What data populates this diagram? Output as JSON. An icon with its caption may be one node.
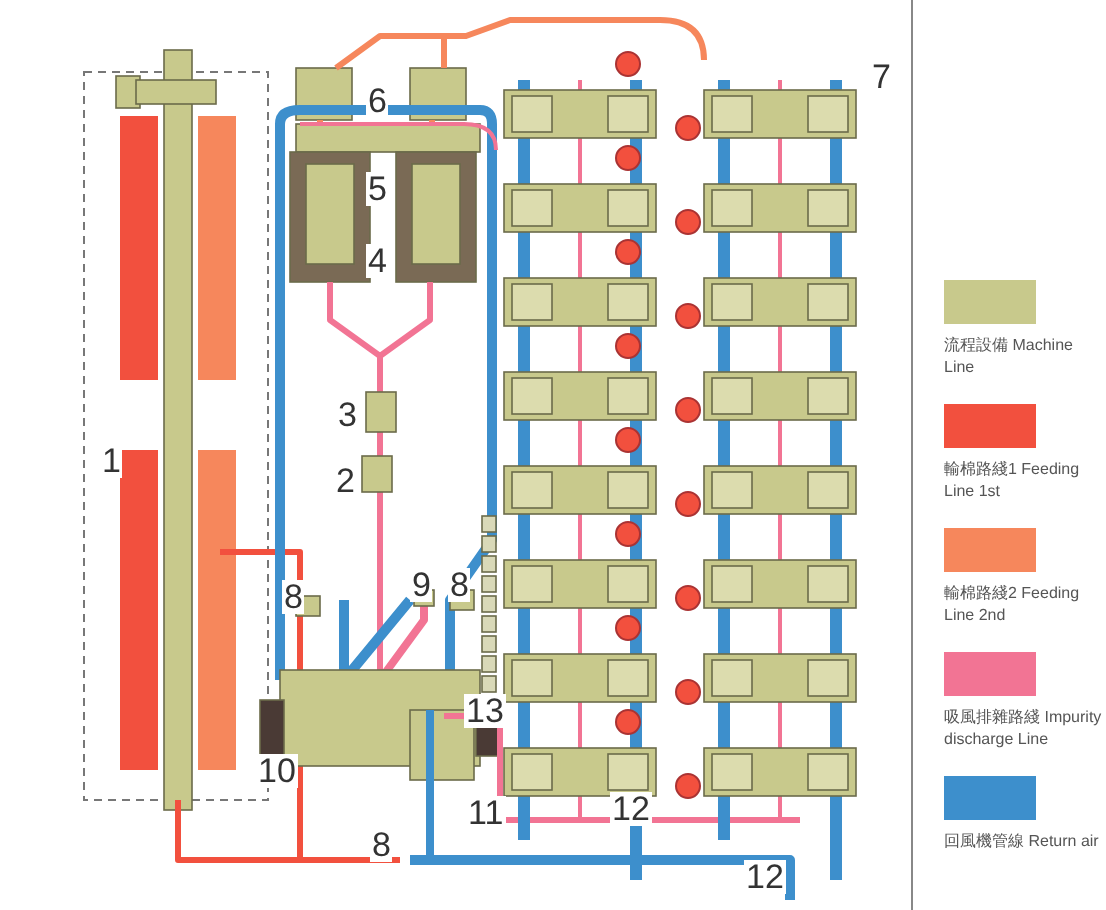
{
  "diagram": {
    "labels": [
      "6",
      "7",
      "5",
      "4",
      "1",
      "3",
      "2",
      "9",
      "8",
      "8",
      "13",
      "10",
      "11",
      "12",
      "8",
      "12"
    ],
    "legend": [
      {
        "text": "流程設備 Machine Line",
        "color": "#c8c98c"
      },
      {
        "text": "輸棉路綫1 Feeding Line 1st",
        "color": "#f2503e"
      },
      {
        "text": "輸棉路綫2 Feeding Line 2nd",
        "color": "#f6875c"
      },
      {
        "text": "吸風排雜路綫 Impurity discharge Line",
        "color": "#f27494"
      },
      {
        "text": "回風機管線 Return air",
        "color": "#3d8fcc"
      }
    ]
  }
}
